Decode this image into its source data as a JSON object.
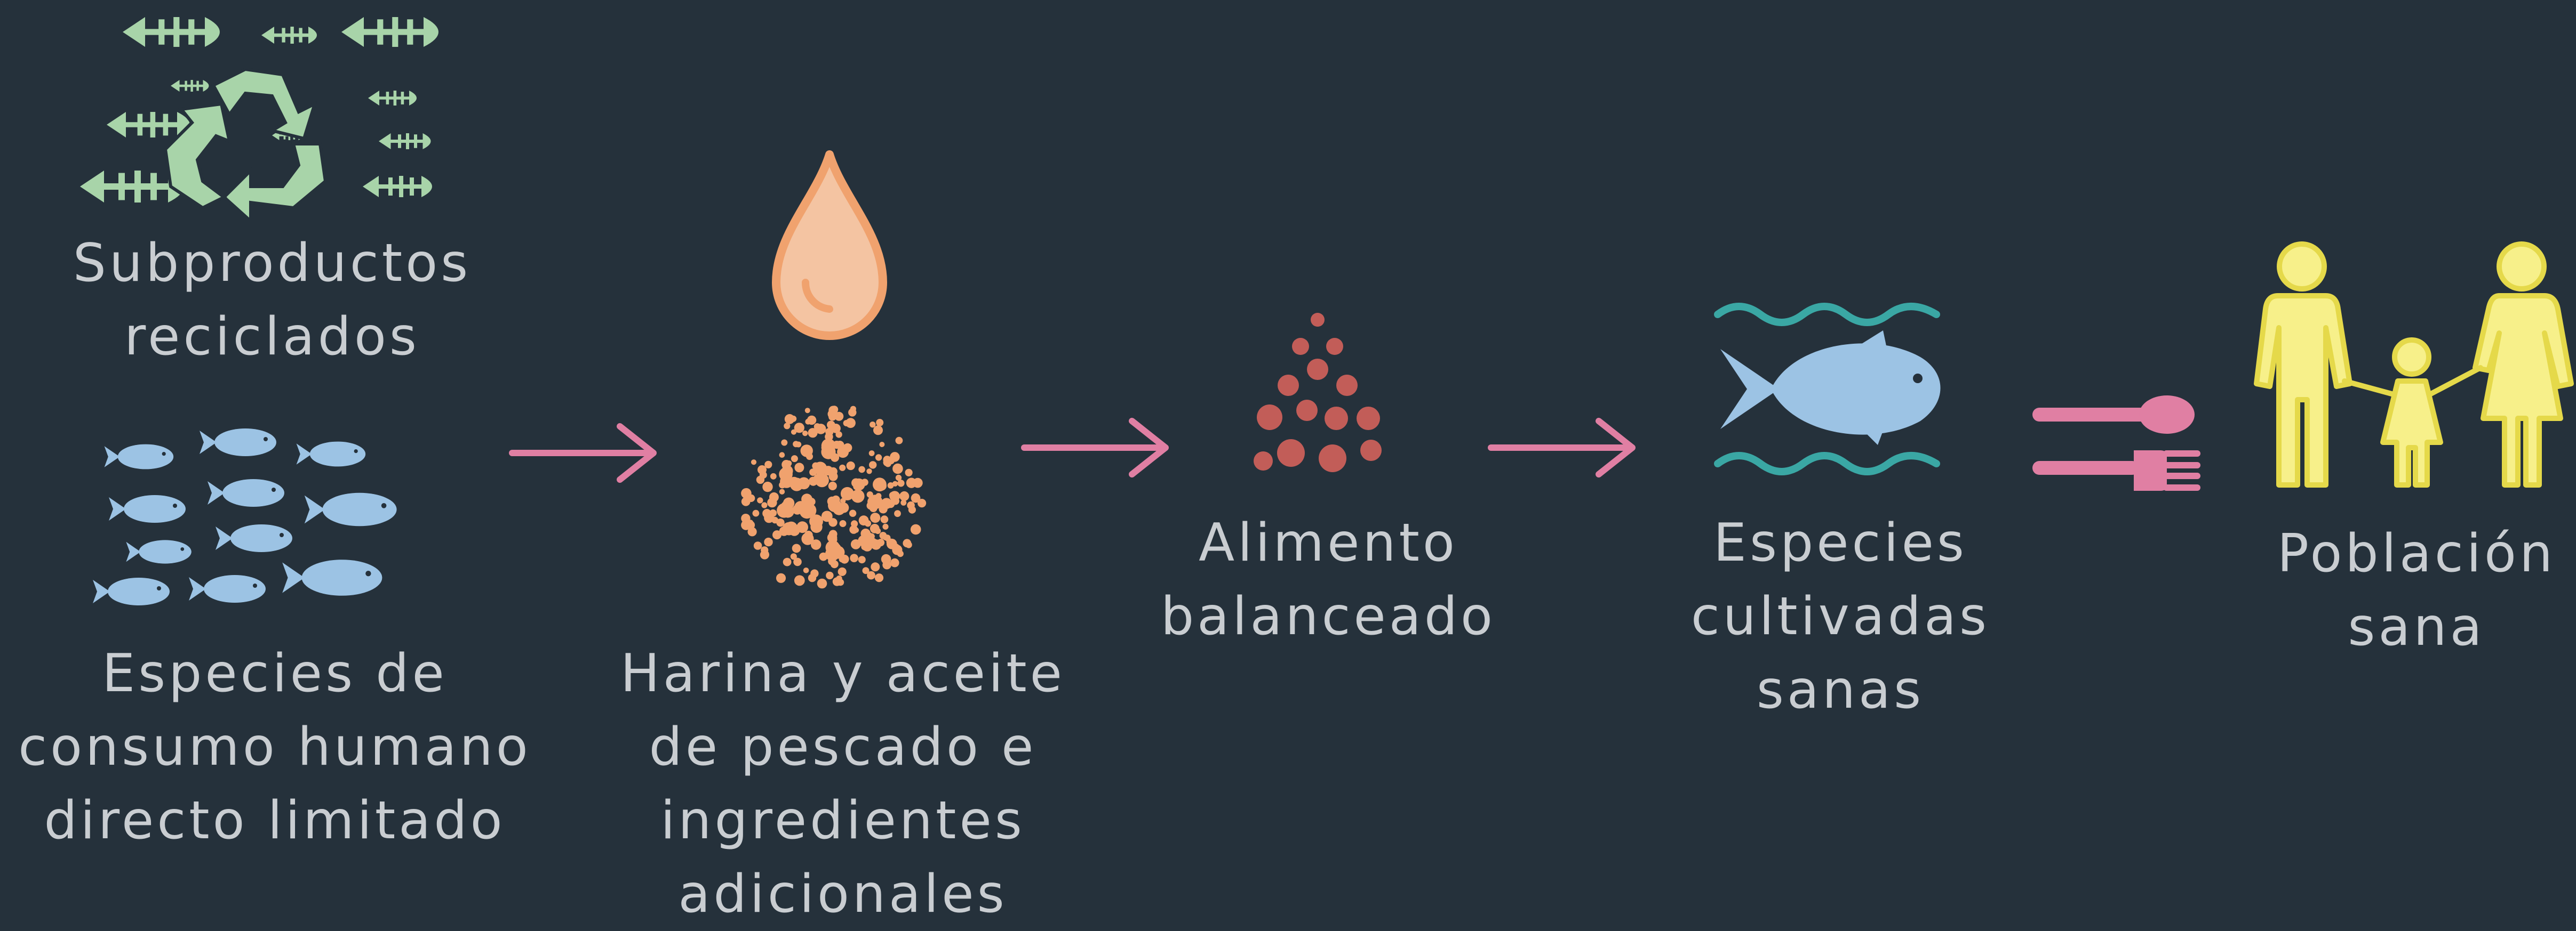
{
  "colors": {
    "background": "#25313b",
    "label_text": "#c9cdd1",
    "arrow_pink": "#e07fa3",
    "byproduct_green": "#a8d4a9",
    "fish_blue": "#9cc3e4",
    "drop_orange": "#f4c4a2",
    "meal_orange": "#f0a26e",
    "feed_red": "#c25d58",
    "wave_teal": "#3aa7a4",
    "family_yellow": "#f7f08a"
  },
  "nodes": [
    {
      "id": "byproducts",
      "label": "Subproductos\nreciclados",
      "icons": [
        "fish-bone-icon",
        "recycle-icon"
      ]
    },
    {
      "id": "wild_fish",
      "label": "Especies de\nconsumo humano\ndirecto limitado",
      "icons": [
        "fish-school-icon"
      ]
    },
    {
      "id": "fishmeal",
      "label": "Harina y aceite\nde pescado e\ningredientes\nadicionales",
      "icons": [
        "oil-drop-icon",
        "fishmeal-granules-icon"
      ]
    },
    {
      "id": "feed",
      "label": "Alimento\nbalanceado",
      "icons": [
        "feed-pellets-icon"
      ]
    },
    {
      "id": "farmed_fish",
      "label": "Especies\ncultivadas\nsanas",
      "icons": [
        "fish-in-water-icon"
      ]
    },
    {
      "id": "population",
      "label": "Población\nsana",
      "icons": [
        "spoon-icon",
        "fork-icon",
        "family-icon"
      ]
    }
  ],
  "flow": [
    "wild_fish",
    "fishmeal",
    "feed",
    "farmed_fish",
    "population"
  ]
}
